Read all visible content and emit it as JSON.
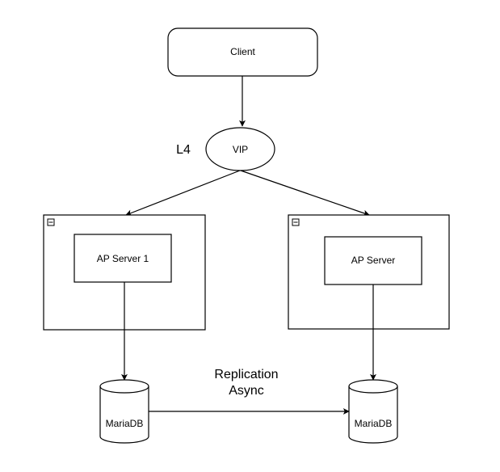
{
  "diagram": {
    "client": "Client",
    "vip": "VIP",
    "l4": "L4",
    "server_left": "AP Server 1",
    "server_right": "AP Server",
    "db_left": "MariaDB",
    "db_right": "MariaDB",
    "replication_line1": "Replication",
    "replication_line2": "Async"
  },
  "colors": {
    "stroke": "#000000",
    "fill": "#ffffff"
  },
  "icons": {
    "collapse": "collapse-minus-icon"
  }
}
